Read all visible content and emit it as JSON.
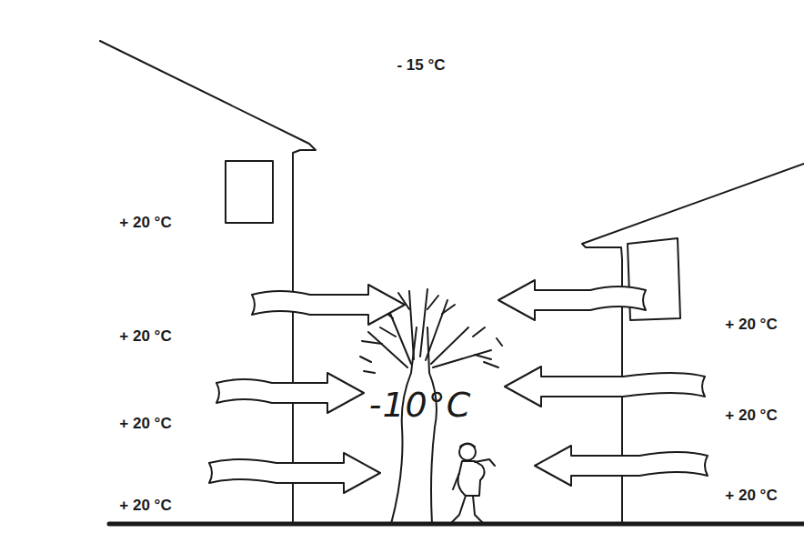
{
  "diagram": {
    "labels": [
      "- 15 °C",
      "+ 20 °C",
      "+ 20 °C",
      "+ 20 °C",
      "+ 20 °C",
      "+ 20 °C",
      "+ 20 °C",
      "+ 20 °C",
      "-10°C"
    ]
  }
}
